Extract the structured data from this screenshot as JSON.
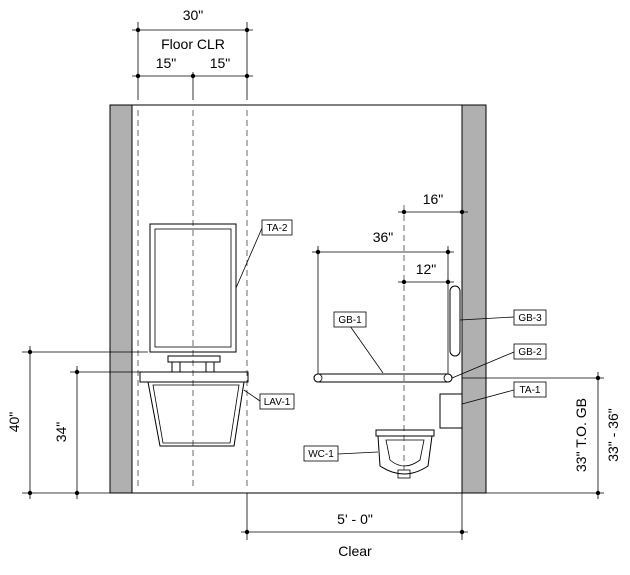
{
  "dimensions": {
    "floor_clr_total": "30\"",
    "floor_clr_label": "Floor CLR",
    "floor_clr_left": "15\"",
    "floor_clr_right": "15\"",
    "grab_bar_length": "36\"",
    "grab_bar_offset_top": "16\"",
    "grab_bar_offset_mid": "12\"",
    "mirror_height": "40\"",
    "lav_height": "34\"",
    "grab_bar_height": "33\" - 36\"",
    "grab_bar_height_note": "33\"  T.O. GB",
    "clear_width": "5' - 0\"",
    "clear_label": "Clear"
  },
  "tags": {
    "ta2": "TA-2",
    "lav1": "LAV-1",
    "gb1": "GB-1",
    "gb2": "GB-2",
    "gb3": "GB-3",
    "ta1": "TA-1",
    "wc1": "WC-1"
  }
}
